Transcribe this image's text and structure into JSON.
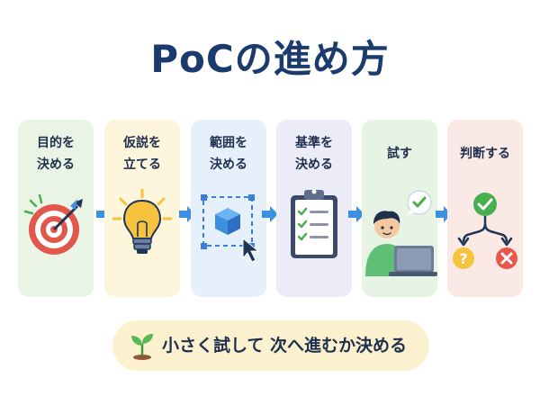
{
  "title": "PoCの進め方",
  "steps": [
    {
      "line1": "目的を",
      "line2": "決める",
      "icon": "target-icon",
      "bg": "#eaf4e4"
    },
    {
      "line1": "仮説を",
      "line2": "立てる",
      "icon": "lightbulb-icon",
      "bg": "#fdf6dc"
    },
    {
      "line1": "範囲を",
      "line2": "決める",
      "icon": "selection-cube-icon",
      "bg": "#e6f0fb"
    },
    {
      "line1": "基準を",
      "line2": "決める",
      "icon": "checklist-icon",
      "bg": "#ecebf8"
    },
    {
      "line1": "試す",
      "line2": "",
      "icon": "person-laptop-icon",
      "bg": "#e7f3e5"
    },
    {
      "line1": "判断する",
      "line2": "",
      "icon": "decision-icon",
      "bg": "#fbe9e6"
    }
  ],
  "footer": {
    "text": "小さく試して 次へ進むか決める",
    "icon": "sprout-icon"
  },
  "colors": {
    "title": "#1b3a6e",
    "arrow": "#3d8fe0",
    "target_red": "#e2574c",
    "check_green": "#45b04d",
    "bulb_yellow": "#f6c33e",
    "cross_red": "#e8574a"
  }
}
